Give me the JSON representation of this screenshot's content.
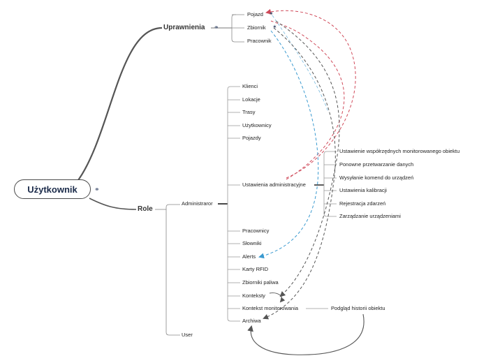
{
  "root": {
    "label": "Użytkownik",
    "icon": "globe-icon"
  },
  "uprawnienia": {
    "label": "Uprawnienia",
    "icon": "globe-icon",
    "children": [
      "Pojazd",
      "Zbiornik",
      "Pracownik"
    ]
  },
  "role": {
    "label": "Role",
    "administrator": {
      "label": "Administraror",
      "children": [
        "Klienci",
        "Lokacje",
        "Trasy",
        "Użytkownicy",
        "Pojazdy",
        "Ustawienia administracyjne",
        "Pracownicy",
        "Słowniki",
        "Alerts",
        "Karty RFID",
        "Zbiorniki paliwa",
        "Konteksty",
        "Kontekst monitorowania",
        "Archiwa"
      ]
    },
    "user": {
      "label": "User"
    }
  },
  "ustawienia_children": [
    "Ustawienie współrzędnych monitorowanego obiektu",
    "Ponowne przetwarzanie danych",
    "Wysyłanie komend do urządzeń",
    "Ustawienia kalibracji",
    "Rejestracja zdarzeń",
    "Zarządzanie urządzeniami"
  ],
  "kontekst_child": "Podgląd historii obiektu",
  "colors": {
    "red": "#d04a5a",
    "blue": "#3a9ad0",
    "gray": "#555555",
    "line": "#666666"
  }
}
